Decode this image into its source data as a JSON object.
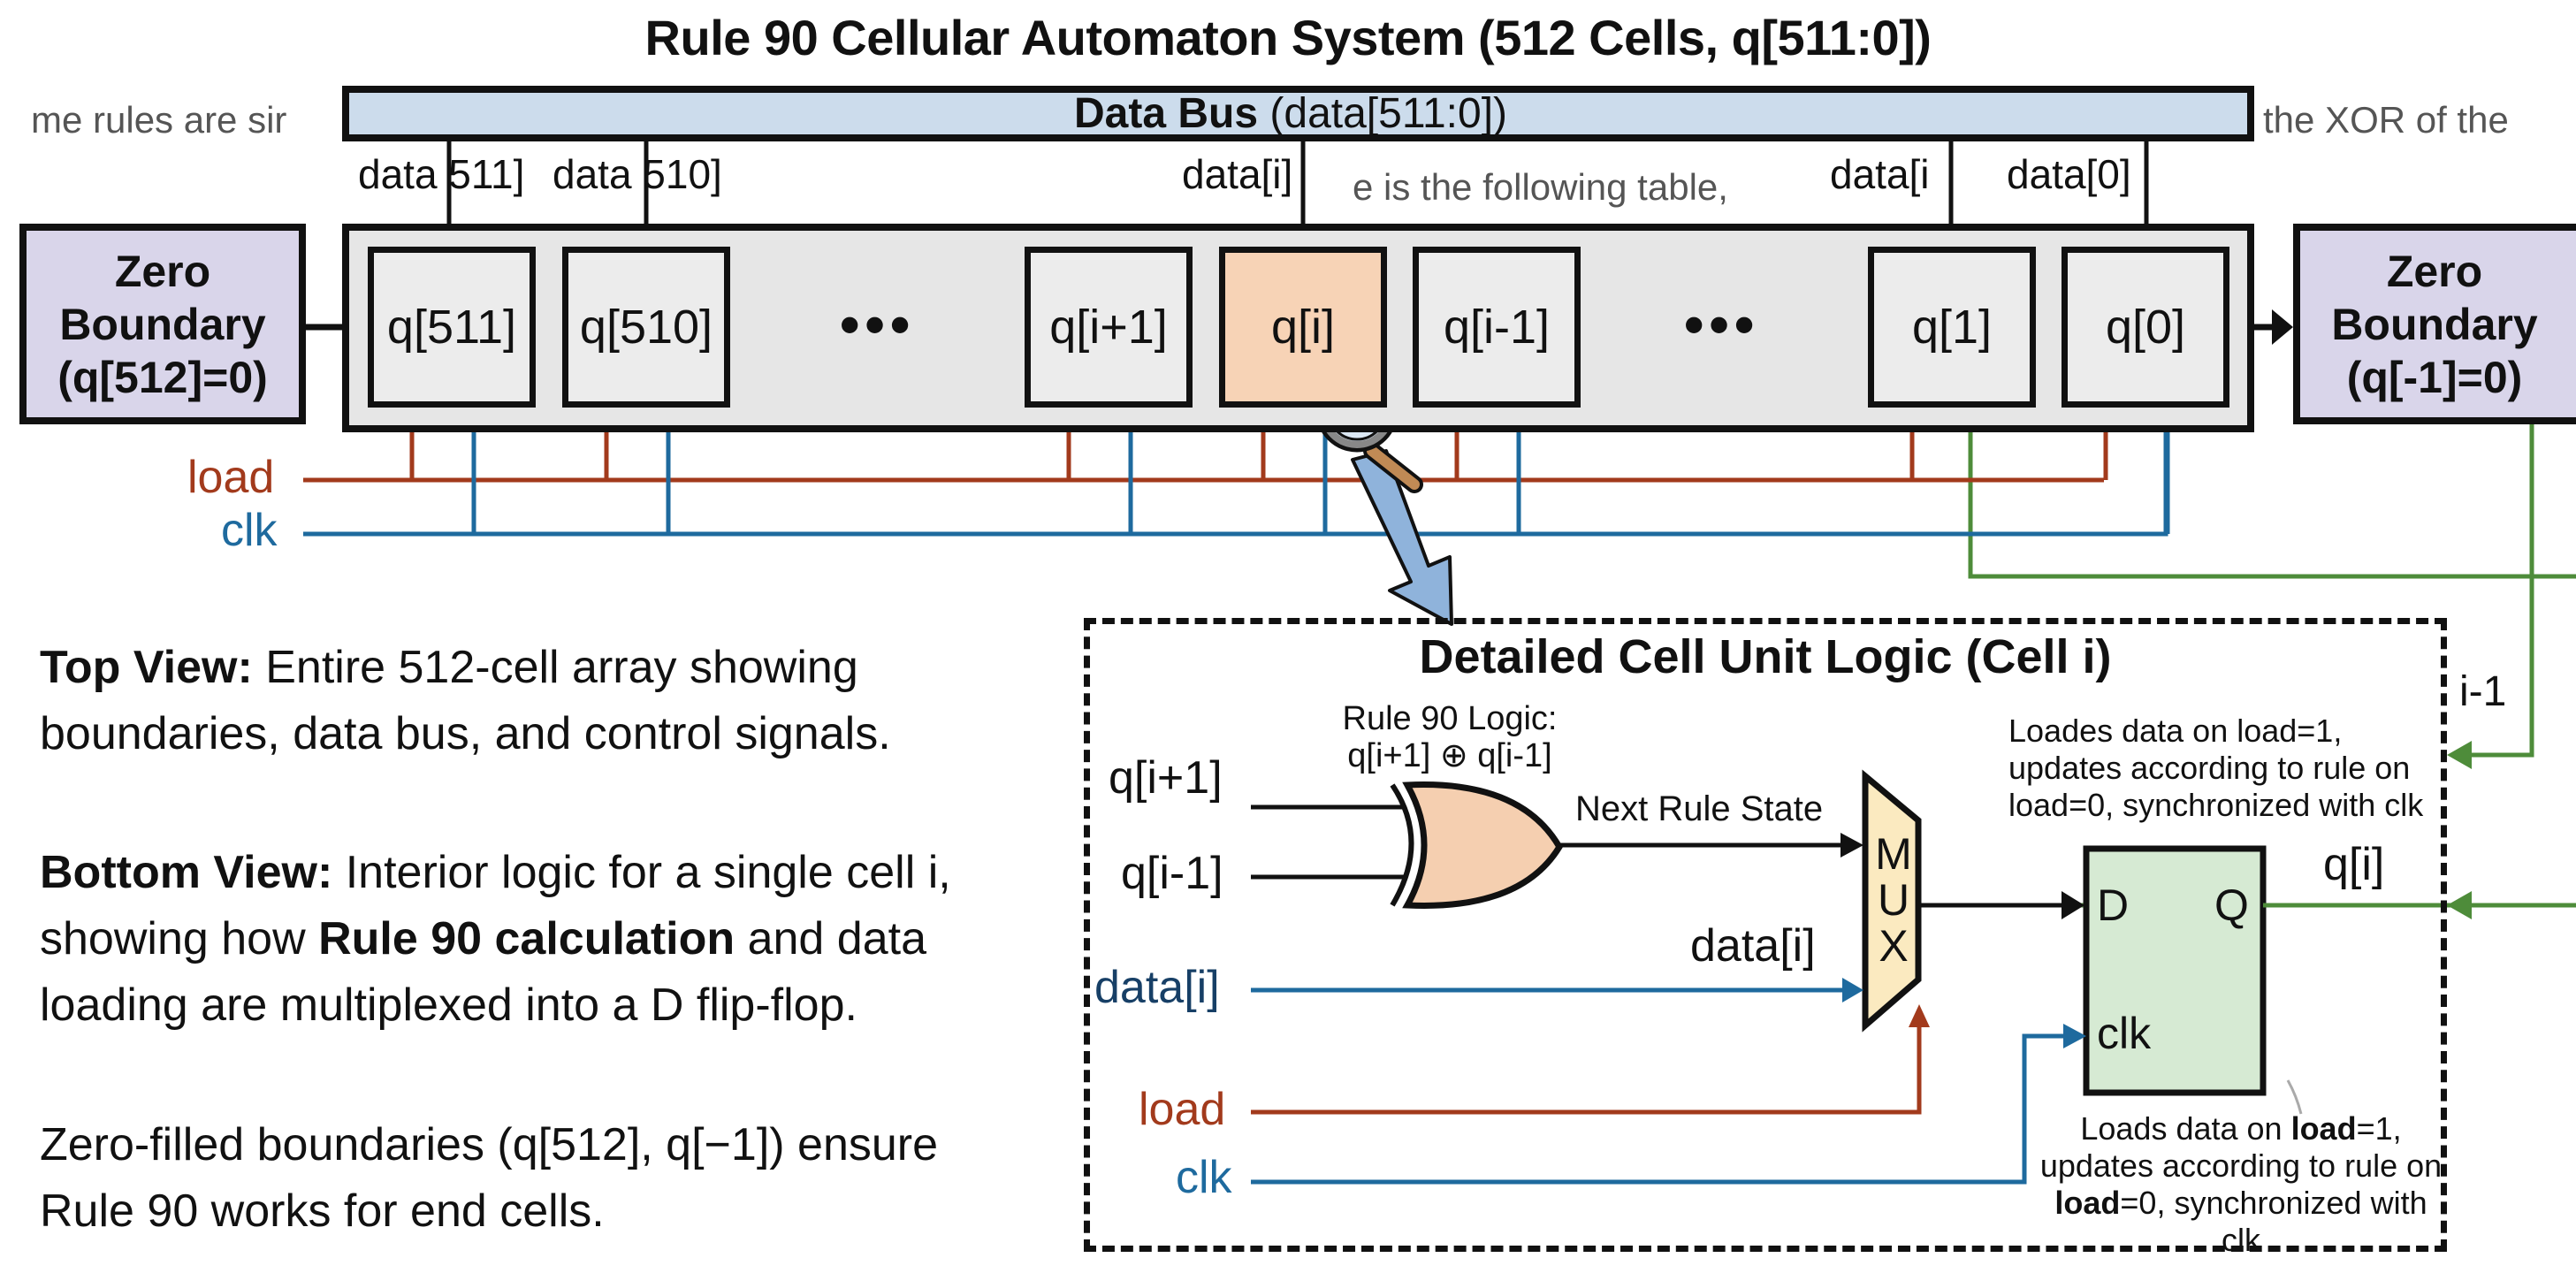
{
  "title": "Rule 90 Cellular Automaton System (512 Cells, q[511:0])",
  "background_fragments": {
    "left": "me rules are sir",
    "right": "the XOR of the",
    "middle": "e is the following table,"
  },
  "data_bus": {
    "label_bold": "Data Bus",
    "label_rest": " (data[511:0])",
    "taps": [
      "data[511]",
      "data[510]",
      "data[i]",
      "data[i]",
      "data[0]"
    ],
    "tap_display": [
      "data 511]",
      "data 510]",
      "data[i]",
      "data[i",
      "data[0]"
    ]
  },
  "boundaries": {
    "left": {
      "line1": "Zero",
      "line2": "Boundary",
      "line3": "(q[512]=0)"
    },
    "right": {
      "line1": "Zero",
      "line2": "Boundary",
      "line3": "(q[-1]=0)"
    }
  },
  "cells": [
    {
      "label": "q[511]",
      "highlighted": false
    },
    {
      "label": "q[510]",
      "highlighted": false
    },
    {
      "label": "q[i+1]",
      "highlighted": false
    },
    {
      "label": "q[i]",
      "highlighted": true
    },
    {
      "label": "q[i-1]",
      "highlighted": false
    },
    {
      "label": "q[1]",
      "highlighted": false
    },
    {
      "label": "q[0]",
      "highlighted": false
    }
  ],
  "ellipsis": "•••",
  "signals": {
    "load": "load",
    "clk": "clk"
  },
  "colors": {
    "load": "#a23a1c",
    "clk": "#1e6a9e",
    "q_feedback": "#4e8c3a",
    "bus_fill": "#ccdcec",
    "boundary_fill": "#d9d5ea",
    "highlight_cell": "#f7d3b6",
    "xor_fill": "#f5cfb0",
    "mux_fill": "#fbeac0",
    "dff_fill": "#d6ead3",
    "zoom_arrow": "#8fb3db"
  },
  "description": {
    "top_view_bold": "Top View:",
    "top_view_text": " Entire 512-cell array showing boundaries, data bus, and control signals.",
    "bottom_view_bold": "Bottom View:",
    "bottom_view_text_1": " Interior logic for a single cell i, showing how ",
    "bottom_view_text_bold": "Rule 90 calculation",
    "bottom_view_text_2": " and data loading are multiplexed into a D flip-flop.",
    "boundaries_text": "Zero-filled boundaries (q[512], q[−1]) ensure Rule 90 works for end cells."
  },
  "detail": {
    "title": "Detailed Cell Unit Logic (Cell i)",
    "xor_caption_1": "Rule 90 Logic:",
    "xor_caption_2": "q[i+1] ⊕ q[i-1]",
    "inputs": {
      "q_plus": "q[i+1]",
      "q_minus": "q[i-1]",
      "data": "data[i]",
      "load": "load",
      "clk": "clk"
    },
    "next_state_label": "Next Rule State",
    "mux_data_label": "data[i]",
    "mux_letters": [
      "M",
      "U",
      "X"
    ],
    "dff": {
      "d": "D",
      "q": "Q",
      "clk": "clk"
    },
    "output_label": "q[i]",
    "feedback_label": "i-1",
    "note_top": [
      "Loades data on load=1,",
      "updates according to rule on",
      "load=0, synchronized with clk"
    ],
    "note_bottom": {
      "l1a": "Loads data on ",
      "l1b": "load",
      "l1c": "=1,",
      "l2": "updates according to rule on",
      "l3a": "load",
      "l3b": "=0, synchronized with clk"
    }
  }
}
